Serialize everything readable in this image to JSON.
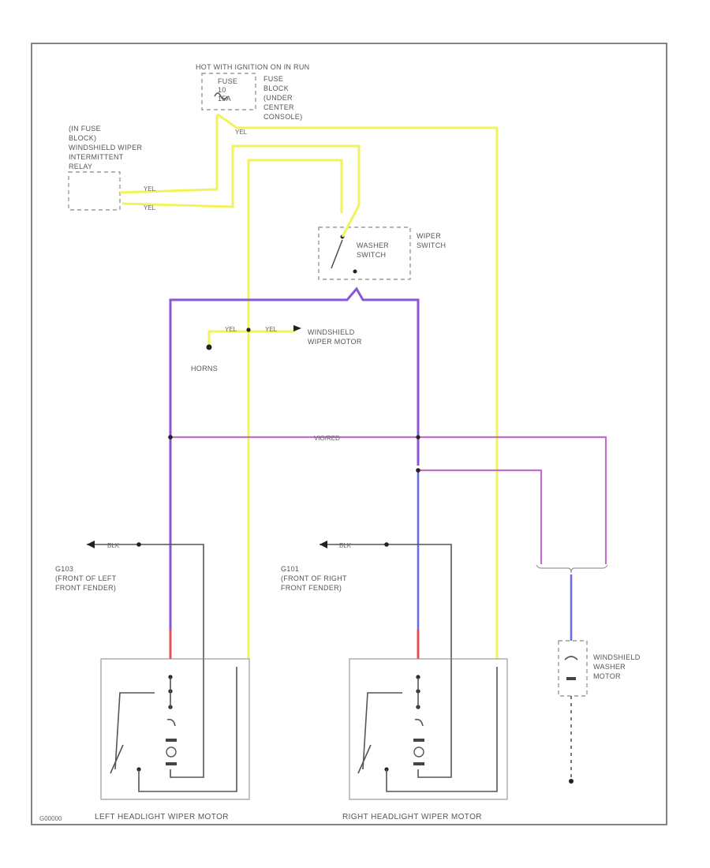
{
  "labels": {
    "fuse_top": "HOT WITH IGNITION ON IN RUN",
    "fuse_block": "FUSE BLOCK (UNDER CENTER CONSOLE)",
    "fuse_block_l1": "FUSE",
    "fuse_block_l2": "BLOCK",
    "fuse_block_l3": "(UNDER",
    "fuse_block_l4": "CENTER",
    "fuse_block_l5": "CONSOLE)",
    "fuse_name": "FUSE 10 15A",
    "fuse_name_l1": "FUSE",
    "fuse_name_l2": "10",
    "fuse_name_l3": "15A",
    "relay_l1": "(IN FUSE",
    "relay_l2": "BLOCK)",
    "relay_l3": "WINDSHIELD WIPER",
    "relay_l4": "INTERMITTENT",
    "relay_l5": "RELAY",
    "wiper_switch": "WIPER SWITCH",
    "wiper_switch_l1": "WIPER",
    "wiper_switch_l2": "SWITCH",
    "washer_switch_l1": "WASHER",
    "washer_switch_l2": "SWITCH",
    "ws_wiper_motor_l1": "WINDSHIELD",
    "ws_wiper_motor_l2": "WIPER MOTOR",
    "horns": "HORNS",
    "ground_left_l1": "G103",
    "ground_left_l2": "(FRONT OF LEFT",
    "ground_left_l3": "FRONT FENDER)",
    "ground_right_l1": "G101",
    "ground_right_l2": "(FRONT OF RIGHT",
    "ground_right_l3": "FRONT FENDER)",
    "washer_motor_l1": "WINDSHIELD",
    "washer_motor_l2": "WASHER",
    "washer_motor_l3": "MOTOR",
    "left_motor": "LEFT HEADLIGHT WIPER MOTOR",
    "right_motor": "RIGHT HEADLIGHT WIPER MOTOR",
    "figure_id": "G00000"
  },
  "wires": {
    "yel": "YEL",
    "blk": "BLK",
    "vio_red": "VIO/RED",
    "vio": "VIO",
    "red": "RED",
    "blu": "BLU"
  },
  "colors": {
    "yellow": "#f2f25a",
    "violet": "#8a55d6",
    "pink": "#c070c8",
    "blue": "#6a6af0",
    "red": "#e85050",
    "black": "#555555"
  }
}
